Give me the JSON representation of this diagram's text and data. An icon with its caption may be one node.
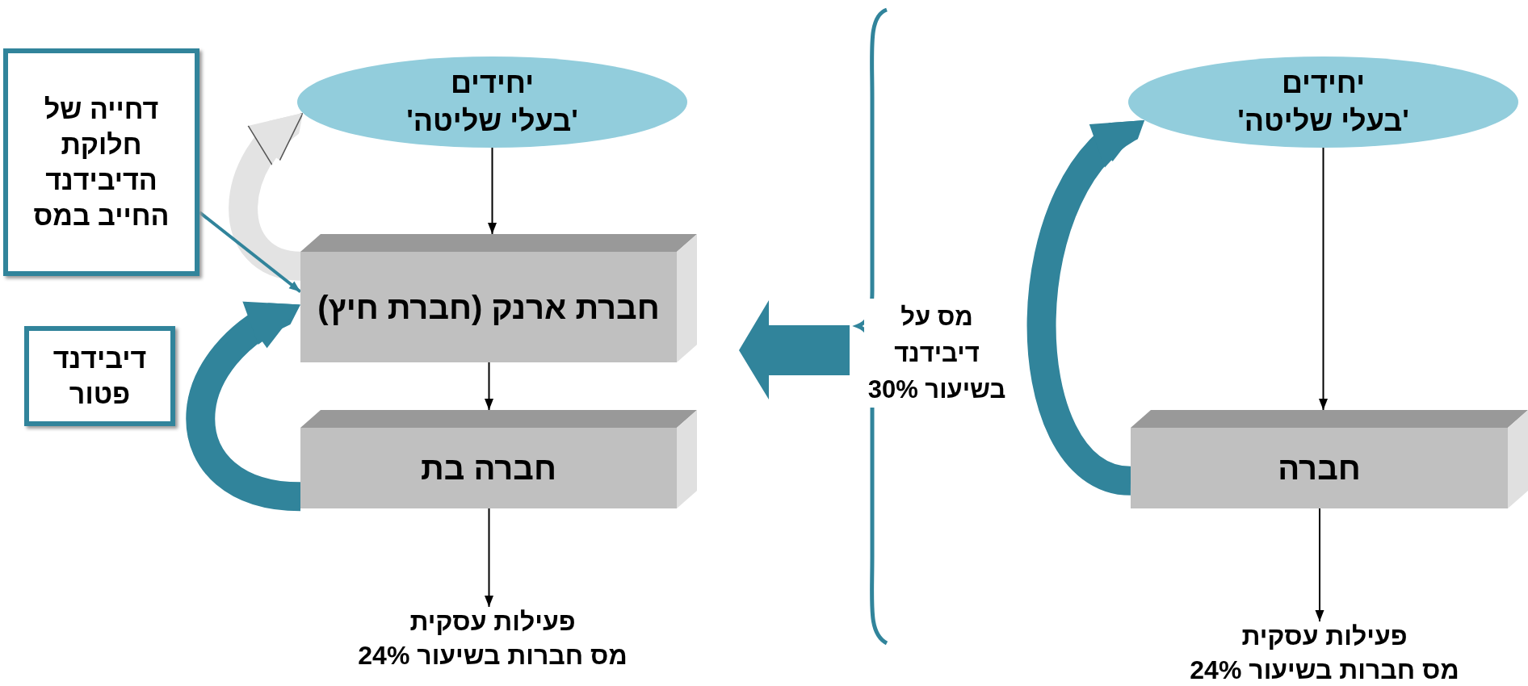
{
  "diagram": {
    "nodes": [
      {
        "text": [
          "דחייה של חלוקת הדיבידנד החייב במס"
        ]
      },
      {
        "text": [
          "יחידים",
          "'בעלי שליטה'"
        ]
      },
      {
        "text": [
          "חברת ארנק (חברת חיץ)"
        ]
      },
      {
        "text": [
          "חברה בת"
        ]
      },
      {
        "text": [
          "דיבידנד פטור"
        ]
      },
      {
        "text": [
          "פעילות עסקית",
          "מס חברות בשיעור 24%"
        ]
      },
      {
        "text": [
          "יחידים",
          "'בעלי שליטה'"
        ]
      },
      {
        "text": [
          "חברה"
        ]
      },
      {
        "text": [
          "פעילות עסקית",
          "מס חברות בשיעור 24%"
        ]
      }
    ],
    "edges": [
      {
        "from": 1,
        "to": 2,
        "arrow": "to"
      },
      {
        "from": 2,
        "to": 3,
        "arrow": "to"
      },
      {
        "from": 3,
        "to": 5,
        "arrow": "to"
      },
      {
        "from": 2,
        "to": 1,
        "arrow": "to",
        "style": "thick",
        "color": "#e3e3e3"
      },
      {
        "from": 0,
        "to": 2,
        "arrow": "to",
        "color": "#31849b"
      },
      {
        "from": 3,
        "to": 2,
        "arrow": "to",
        "style": "thick",
        "color": "#31849b"
      },
      {
        "from": 6,
        "to": 7,
        "arrow": "to"
      },
      {
        "from": 7,
        "to": 8,
        "arrow": "to"
      },
      {
        "from": 7,
        "to": 6,
        "arrow": "to",
        "style": "thick",
        "color": "#31849b",
        "label": "מס על דיבידנד בשיעור 30%"
      }
    ]
  }
}
